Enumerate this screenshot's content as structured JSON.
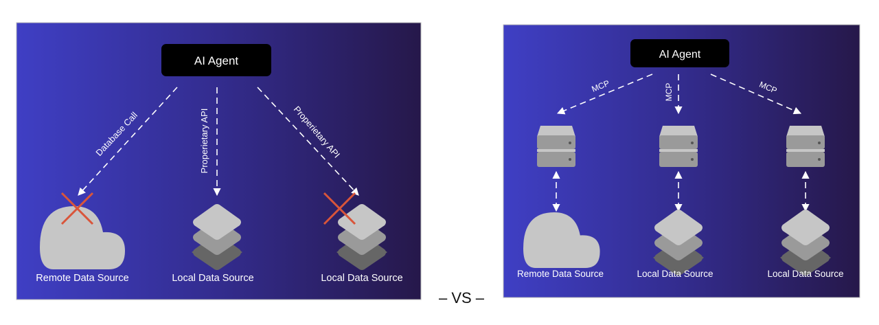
{
  "left_panel": {
    "agent_label": "AI Agent",
    "connections": [
      "Database Call",
      "Properietary API",
      "Properietary API"
    ],
    "sources": [
      "Remote Data Source",
      "Local Data Source",
      "Local Data Source"
    ]
  },
  "separator": "– VS –",
  "right_panel": {
    "agent_label": "AI Agent",
    "connections": [
      "MCP",
      "MCP",
      "MCP"
    ],
    "sources": [
      "Remote Data Source",
      "Local Data Source",
      "Local Data Source"
    ]
  },
  "colors": {
    "bg_start": "#3f3fc4",
    "bg_end": "#26184a",
    "fail_mark": "#d9553a",
    "icon_light": "#c6c6c6",
    "icon_mid": "#9a9a9a",
    "icon_dark": "#666666"
  }
}
